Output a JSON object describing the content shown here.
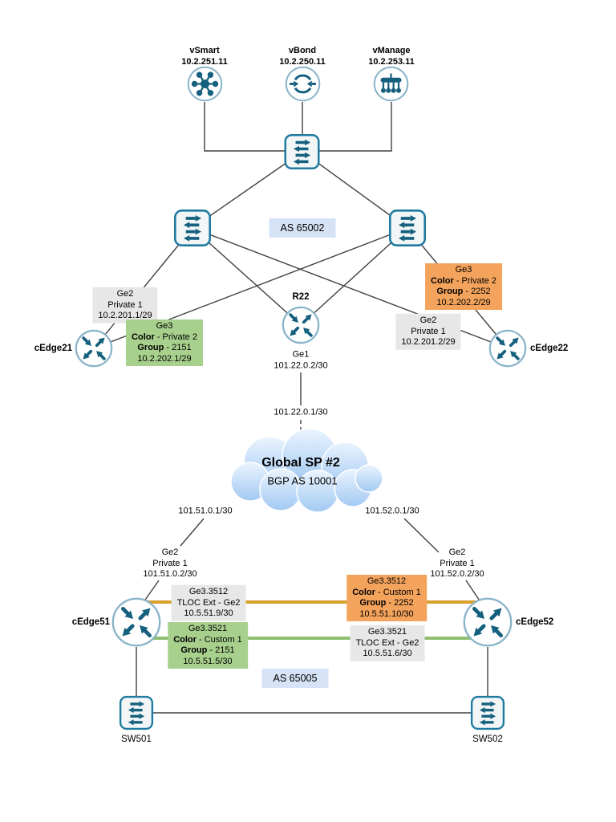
{
  "controllers": [
    {
      "name": "vSmart",
      "ip": "10.2.251.11"
    },
    {
      "name": "vBond",
      "ip": "10.2.250.11"
    },
    {
      "name": "vManage",
      "ip": "10.2.253.11"
    }
  ],
  "as_boxes": {
    "core": "AS 65002",
    "site5": "AS 65005"
  },
  "cloud": {
    "name": "Global SP #2",
    "asn": "BGP AS 10001"
  },
  "nodes": {
    "r22": "R22",
    "cedge21": "cEdge21",
    "cedge22": "cEdge22",
    "cedge51": "cEdge51",
    "cedge52": "cEdge52",
    "sw501": "SW501",
    "sw502": "SW502"
  },
  "wan_ips": {
    "r22_sp": "101.22.0.1/30",
    "sp_ce51": "101.51.0.1/30",
    "sp_ce52": "101.52.0.1/30"
  },
  "iface_r22": {
    "port": "Ge1",
    "ip": "101.22.0.2/30"
  },
  "iface_ce51_ge2": {
    "port": "Ge2",
    "vrf": "Private 1",
    "ip": "101.51.0.2/30"
  },
  "iface_ce52_ge2": {
    "port": "Ge2",
    "vrf": "Private 1",
    "ip": "101.52.0.2/30"
  },
  "boxes": {
    "ce21_ge2": {
      "rows": [
        "Ge2",
        "Private 1",
        "10.2.201.1/29"
      ]
    },
    "ce22_ge2": {
      "rows": [
        "Ge2",
        "Private 1",
        "10.2.201.2/29"
      ]
    },
    "ce21_ge3": {
      "port": "Ge3",
      "color_key": "Color",
      "color_val": " - Private 2",
      "group_key": "Group",
      "group_val": " - 2151",
      "ip": "10.2.202.1/29"
    },
    "ce22_ge3": {
      "port": "Ge3",
      "color_key": "Color",
      "color_val": " - Private 2",
      "group_key": "Group",
      "group_val": " - 2252",
      "ip": "10.2.202.2/29"
    },
    "ce51_tloc": {
      "rows": [
        "Ge3.3512",
        "TLOC Ext - Ge2",
        "10.5.51.9/30"
      ]
    },
    "ce52_custom": {
      "port": "Ge3.3512",
      "color_key": "Color",
      "color_val": " - Custom 1",
      "group_key": "Group",
      "group_val": " - 2252",
      "ip": "10.5.51.10/30"
    },
    "ce51_custom": {
      "port": "Ge3.3521",
      "color_key": "Color",
      "color_val": " - Custom 1",
      "group_key": "Group",
      "group_val": " - 2151",
      "ip": "10.5.51.5/30"
    },
    "ce52_tloc": {
      "rows": [
        "Ge3.3521",
        "TLOC Ext - Ge2",
        "10.5.51.6/30"
      ]
    }
  },
  "colors": {
    "icon_teal": "#15607e",
    "router_border": "#8ab4ca",
    "switch_border": "#1e7a9e",
    "label_gray": "#e7e7e7",
    "label_green": "#a8d08d",
    "label_orange": "#f3a35c",
    "line_orange": "#d9a02b",
    "line_green": "#8fbe70",
    "as_bg": "#d6e2f5",
    "wire": "#404040",
    "cloud_top": "#eaf4fe",
    "cloud_bottom": "#a2c9f2"
  }
}
